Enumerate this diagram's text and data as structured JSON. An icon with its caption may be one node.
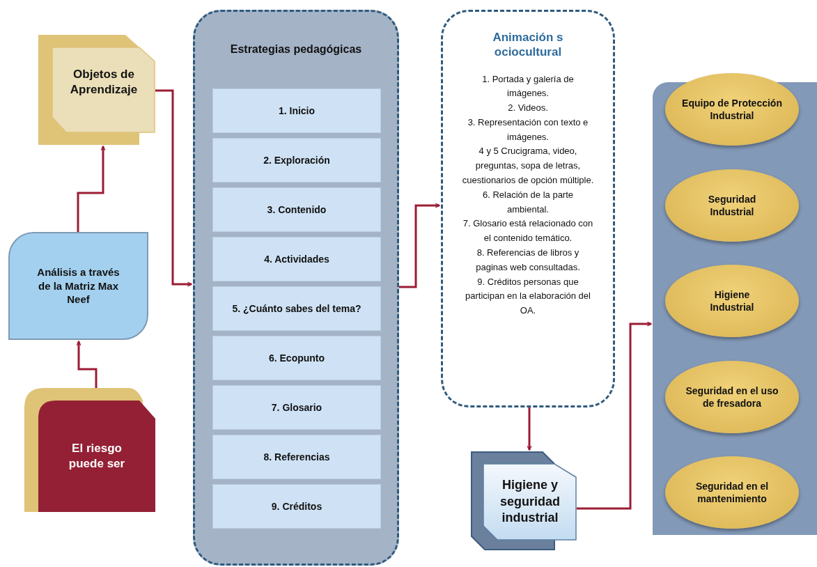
{
  "diagram": {
    "nodes": [
      {
        "text": [
          "Objetos de Aprendizaje"
        ]
      },
      {
        "text": [
          "Análisis a través de la Matriz Max Neef"
        ]
      },
      {
        "text": [
          "El riesgo puede ser"
        ]
      },
      {
        "text": [
          "Estrategias pedagógicas"
        ]
      },
      {
        "text": [
          "1. Inicio"
        ],
        "in": 3
      },
      {
        "text": [
          "2. Exploración"
        ],
        "in": 3
      },
      {
        "text": [
          "3. Contenido"
        ],
        "in": 3
      },
      {
        "text": [
          "4. Actividades"
        ],
        "in": 3
      },
      {
        "text": [
          "5. ¿Cuánto sabes del tema?"
        ],
        "in": 3
      },
      {
        "text": [
          "6. Ecopunto"
        ],
        "in": 3
      },
      {
        "text": [
          "7. Glosario"
        ],
        "in": 3
      },
      {
        "text": [
          "8. Referencias"
        ],
        "in": 3
      },
      {
        "text": [
          "9. Créditos"
        ],
        "in": 3
      },
      {
        "text": [
          "Animación s ociocultural",
          "1. Portada y galería de imágenes.",
          "2. Videos.",
          "3. Representación con texto e imágenes.",
          "4 y 5 Crucigrama, video, preguntas, sopa de letras, cuestionarios de opción múltiple.",
          "6. Relación de la parte ambiental.",
          "7. Glosario está relacionado con el contenido temático.",
          "8. Referencias de libros y paginas web consultadas.",
          "9. Créditos personas que participan en la elaboración del OA."
        ]
      },
      {
        "text": [
          "Higiene y seguridad industrial"
        ]
      },
      {
        "text": [],
        "shape": "box"
      },
      {
        "text": [
          "Equipo de Protección Industrial"
        ],
        "in": 15
      },
      {
        "text": [
          "Seguridad Industrial"
        ],
        "in": 15
      },
      {
        "text": [
          "Higiene Industrial"
        ],
        "in": 15
      },
      {
        "text": [
          "Seguridad en el uso de fresadora"
        ],
        "in": 15
      },
      {
        "text": [
          "Seguridad en el mantenimiento"
        ],
        "in": 15
      }
    ],
    "edges": [
      {
        "from": 2,
        "to": 1,
        "arrow": "to"
      },
      {
        "from": 1,
        "to": 0,
        "arrow": "to"
      },
      {
        "from": 0,
        "to": 3,
        "arrow": "to"
      },
      {
        "from": 3,
        "to": 13,
        "arrow": "to"
      },
      {
        "from": 13,
        "to": 14,
        "arrow": "to"
      },
      {
        "from": 14,
        "to": 15,
        "arrow": "to"
      }
    ]
  }
}
